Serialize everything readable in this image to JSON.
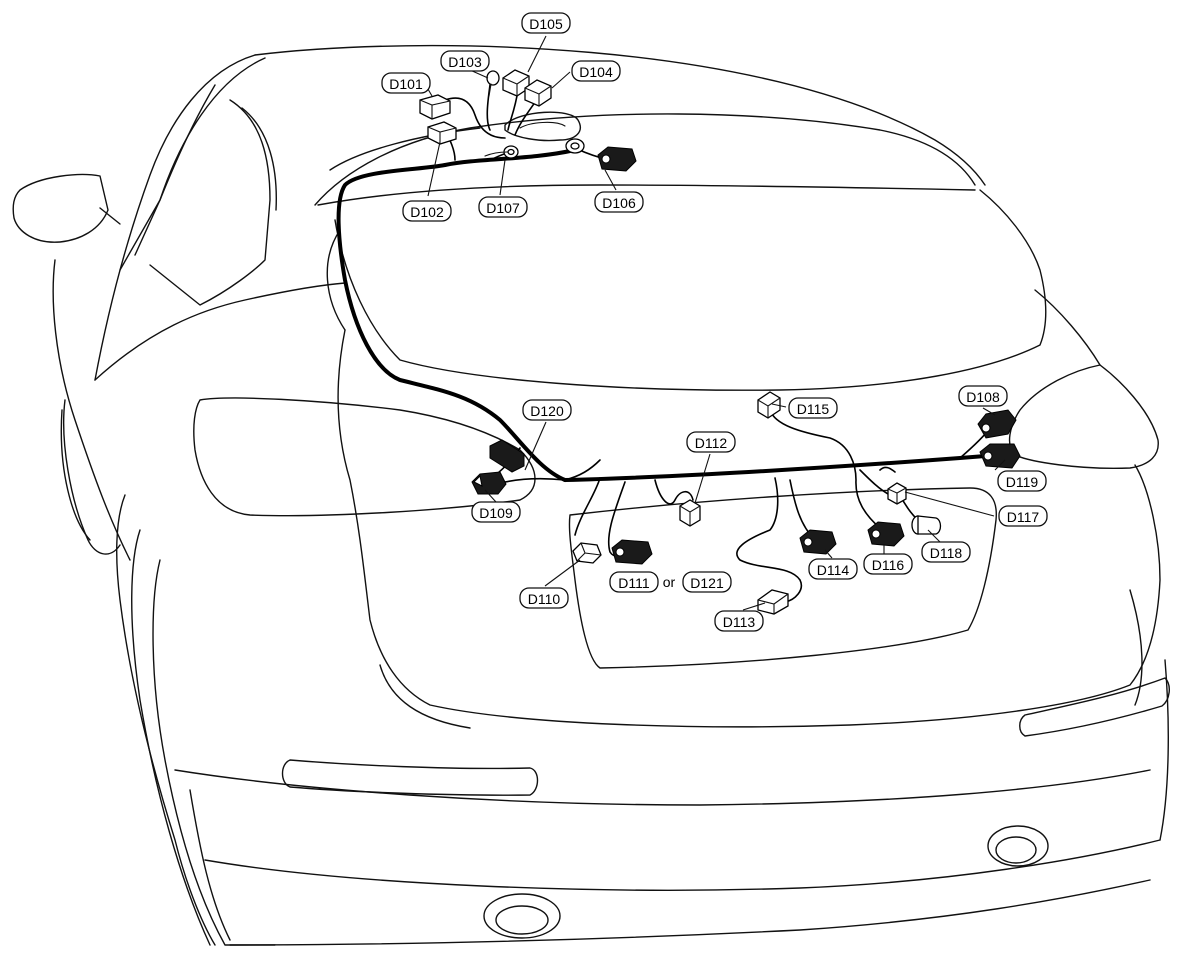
{
  "diagram": {
    "connector_labels": [
      {
        "id": "D101",
        "text": "D101"
      },
      {
        "id": "D102",
        "text": "D102"
      },
      {
        "id": "D103",
        "text": "D103"
      },
      {
        "id": "D104",
        "text": "D104"
      },
      {
        "id": "D105",
        "text": "D105"
      },
      {
        "id": "D106",
        "text": "D106"
      },
      {
        "id": "D107",
        "text": "D107"
      },
      {
        "id": "D108",
        "text": "D108"
      },
      {
        "id": "D109",
        "text": "D109"
      },
      {
        "id": "D110",
        "text": "D110"
      },
      {
        "id": "D111",
        "text": "D111"
      },
      {
        "id": "D112",
        "text": "D112"
      },
      {
        "id": "D113",
        "text": "D113"
      },
      {
        "id": "D114",
        "text": "D114"
      },
      {
        "id": "D115",
        "text": "D115"
      },
      {
        "id": "D116",
        "text": "D116"
      },
      {
        "id": "D117",
        "text": "D117"
      },
      {
        "id": "D118",
        "text": "D118"
      },
      {
        "id": "D119",
        "text": "D119"
      },
      {
        "id": "D120",
        "text": "D120"
      },
      {
        "id": "D121",
        "text": "D121"
      }
    ],
    "or_text": "or"
  }
}
